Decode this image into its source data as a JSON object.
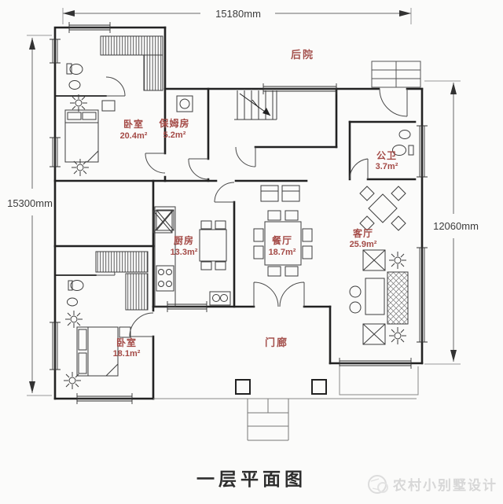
{
  "dimensions": {
    "top": "15180mm",
    "left": "15300mm",
    "right": "12060mm"
  },
  "rooms": {
    "backyard": {
      "name": "后院"
    },
    "bedroom_top": {
      "name": "卧室",
      "area": "20.4m²"
    },
    "nanny_room": {
      "name": "保姆房",
      "area": "5.2m²"
    },
    "public_bath": {
      "name": "公卫",
      "area": "3.7m²"
    },
    "kitchen": {
      "name": "厨房",
      "area": "13.3m²"
    },
    "dining": {
      "name": "餐厅",
      "area": "18.7m²"
    },
    "living": {
      "name": "客厅",
      "area": "25.9m²"
    },
    "bedroom_bottom": {
      "name": "卧室",
      "area": "18.1m²"
    },
    "porch": {
      "name": "门廊"
    }
  },
  "title": "一层平面图",
  "watermark": {
    "text": "农村小别墅设计",
    "icon": "brand-seal-icon"
  },
  "colors": {
    "room_label": "#a44a46",
    "wall": "#222222",
    "dimension_text": "#3c3c3c",
    "watermark_text": "#d7d7d7",
    "background": "#fbfbfa"
  }
}
